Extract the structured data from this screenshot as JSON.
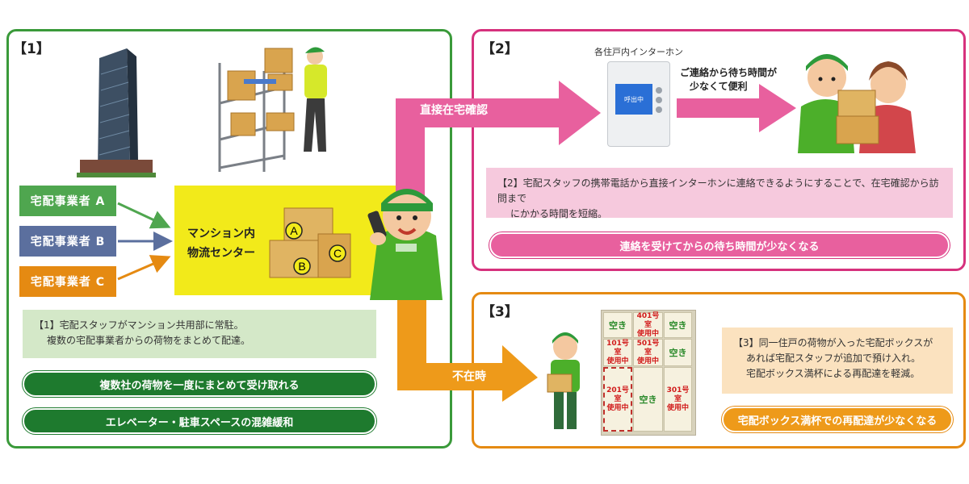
{
  "panel1": {
    "label": "【1】",
    "companies": [
      "宅配事業者 A",
      "宅配事業者 B",
      "宅配事業者 C"
    ],
    "center_line1": "マンション内",
    "center_line2": "物流センター",
    "box_letters": [
      "A",
      "B",
      "C"
    ],
    "note_line1": "【1】宅配スタッフがマンション共用部に常駐。",
    "note_line2": "複数の宅配事業者からの荷物をまとめて配達。",
    "benefit1": "複数社の荷物を一度にまとめて受け取れる",
    "benefit2": "エレベーター・駐車スペースの混雑緩和"
  },
  "arrows": {
    "top_label": "直接在宅確認",
    "bottom_label": "不在時"
  },
  "panel2": {
    "label": "【2】",
    "intercom_caption": "各住戸内インターホン",
    "intercom_screen": "呼出中",
    "wait_line1": "ご連絡から待ち時間が",
    "wait_line2": "少なくて便利",
    "note_line1": "【2】宅配スタッフの携帯電話から直接インターホンに連絡できるようにすることで、在宅確認から訪問まで",
    "note_line2": "にかかる時間を短縮。",
    "benefit": "連絡を受けてからの待ち時間が少なくなる"
  },
  "panel3": {
    "label": "【3】",
    "lockers": {
      "r1c1": "空き",
      "r1c2": "401号室\n使用中",
      "r1c3": "空き",
      "r2c1": "101号室\n使用中",
      "r2c2": "501号室\n使用中",
      "r2c3": "空き",
      "r3c1": "201号室\n使用中",
      "r3c2": "空き",
      "r3c3": "301号室\n使用中"
    },
    "note_line1": "【3】同一住戸の荷物が入った宅配ボックスが",
    "note_line2": "あれば宅配スタッフが追加で預け入れ。",
    "note_line3": "宅配ボックス満杯による再配達を軽減。",
    "benefit": "宅配ボックス満杯での再配達が少なくなる"
  },
  "colors": {
    "green": "#3a9a3a",
    "dark_green": "#1e7a2e",
    "pink": "#e8609e",
    "magenta": "#d6317d",
    "orange": "#e58a12",
    "yellow": "#f2ea1a",
    "blue_gray": "#5b6f9e"
  }
}
